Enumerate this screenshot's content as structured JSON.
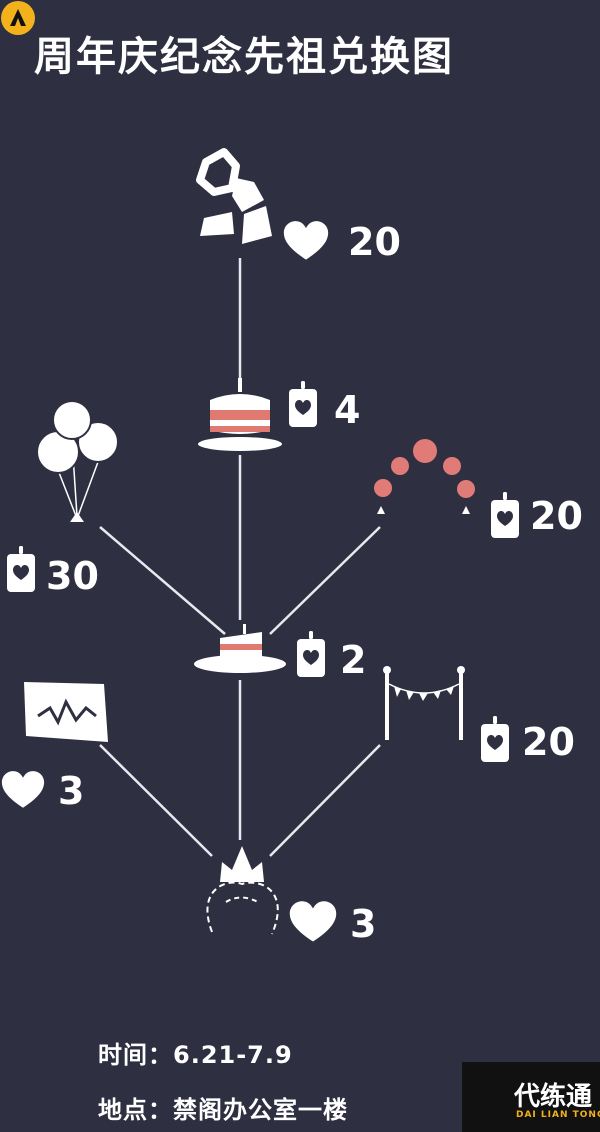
{
  "title": "周年庆纪念先祖兑换图",
  "items": [
    {
      "name": "party-hat",
      "currency": "heart",
      "cost": "20"
    },
    {
      "name": "big-cake",
      "currency": "candle",
      "cost": "4"
    },
    {
      "name": "balloons",
      "currency": "candle",
      "cost": "30"
    },
    {
      "name": "flower-arch",
      "currency": "candle",
      "cost": "20"
    },
    {
      "name": "cake-slice",
      "currency": "candle",
      "cost": "2"
    },
    {
      "name": "banner-pic",
      "currency": "heart",
      "cost": "3"
    },
    {
      "name": "bunting-posts",
      "currency": "candle",
      "cost": "20"
    },
    {
      "name": "crown-hair",
      "currency": "heart",
      "cost": "3"
    }
  ],
  "info": {
    "time": "时间：6.21-7.9",
    "place": "地点：禁阁办公室一楼"
  },
  "watermark": {
    "name": "代练通",
    "sub": "DAI LIAN TONG"
  },
  "colors": {
    "background": "#2f2f42",
    "icon": "#ffffff",
    "cake_red": "#e07a70",
    "arch_pink": "#e07b78",
    "watermark_gold": "#f3b21b"
  }
}
